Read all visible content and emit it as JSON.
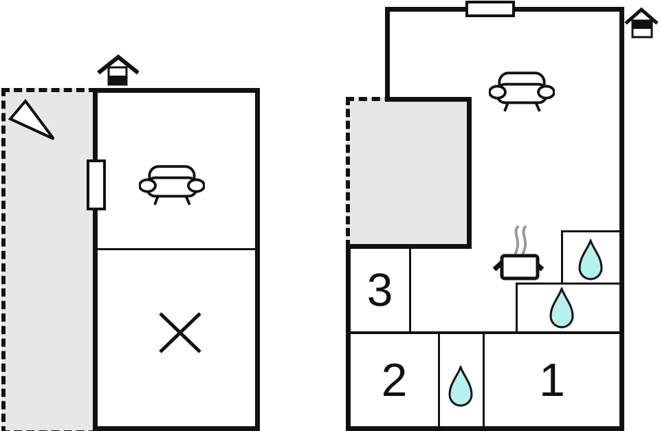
{
  "image_type": "floor-plan",
  "colors": {
    "background": "#ffffff",
    "wall": "#111111",
    "terrace_fill": "#e7e7e7",
    "water_drop_fill": "#b5f1ef",
    "steam": "#9a9a9a"
  },
  "left_unit": {
    "features": [
      "terrace",
      "living-room-with-sofa",
      "room-with-cross",
      "window",
      "entrance"
    ],
    "icons": {
      "entrance": "house-entrance-icon",
      "sofa": "sofa-icon",
      "cross": "cross-icon",
      "north_arrow": "north-arrow-icon",
      "window": "window-marker"
    }
  },
  "right_unit": {
    "rooms": [
      {
        "label": "3"
      },
      {
        "label": "2"
      },
      {
        "label": "1"
      }
    ],
    "features": [
      "terrace",
      "living-room-with-sofa",
      "kitchen-stove",
      "bathroom",
      "shower",
      "window",
      "entrance"
    ],
    "icons": {
      "entrance": "house-entrance-icon",
      "sofa": "sofa-icon",
      "stove": "stove-pot-icon",
      "water_drop": "water-drop-icon",
      "window": "window-marker"
    }
  }
}
